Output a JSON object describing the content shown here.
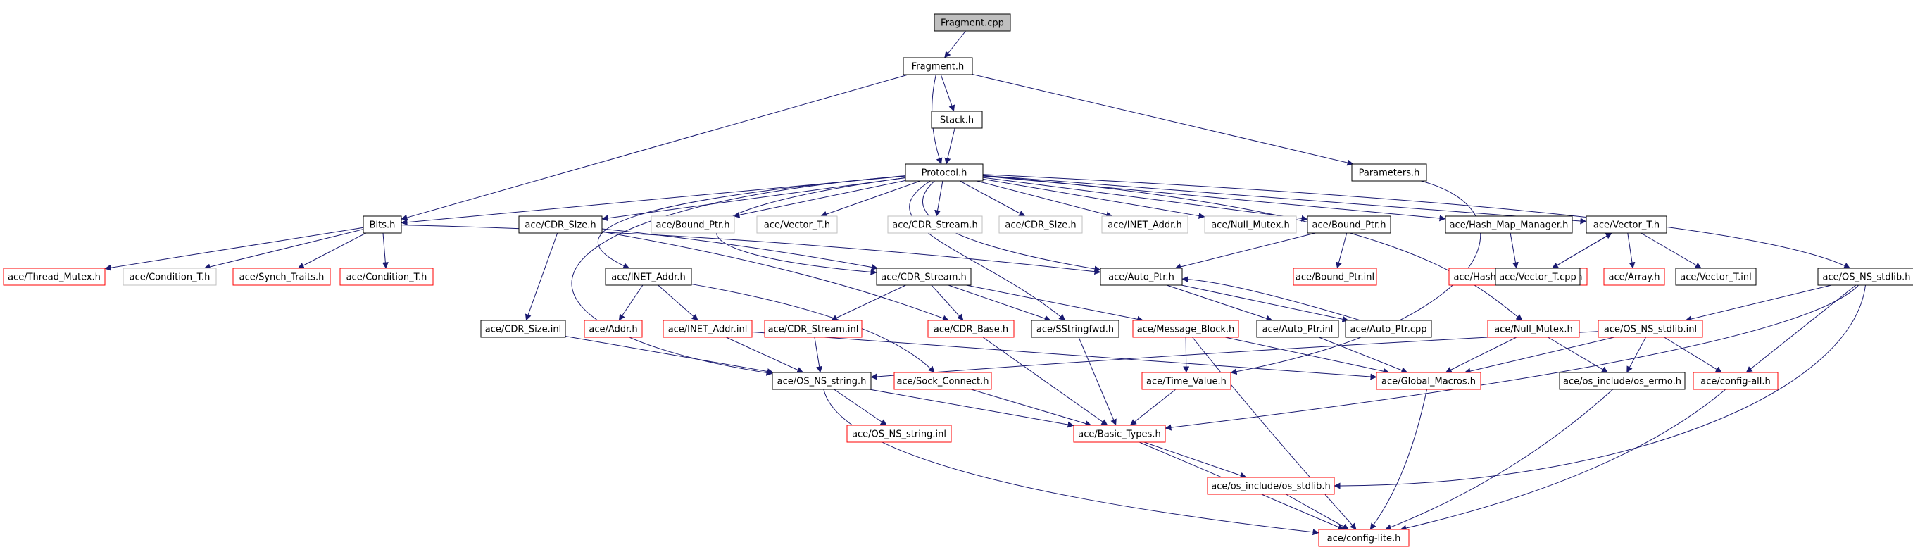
{
  "colors": {
    "edge": "#191970",
    "box_normal": "#000000",
    "box_truncated": "#ff0000",
    "box_missing": "#bfbfbf",
    "box_root_fill": "#bfbfbf",
    "text": "#000000"
  },
  "nodes": [
    {
      "id": "fragment_cpp",
      "label": "Fragment.cpp",
      "style": "root"
    },
    {
      "id": "fragment_h",
      "label": "Fragment.h",
      "style": "normal"
    },
    {
      "id": "stack_h",
      "label": "Stack.h",
      "style": "normal"
    },
    {
      "id": "protocol_h",
      "label": "Protocol.h",
      "style": "normal"
    },
    {
      "id": "parameters_h",
      "label": "Parameters.h",
      "style": "normal"
    },
    {
      "id": "bits_h",
      "label": "Bits.h",
      "style": "normal"
    },
    {
      "id": "cdr_size_h",
      "label": "ace/CDR_Size.h",
      "style": "normal"
    },
    {
      "id": "bound_ptr_h_gray",
      "label": "ace/Bound_Ptr.h",
      "style": "missing"
    },
    {
      "id": "vector_t_h_gray",
      "label": "ace/Vector_T.h",
      "style": "missing"
    },
    {
      "id": "cdr_stream_h_gray",
      "label": "ace/CDR_Stream.h",
      "style": "missing"
    },
    {
      "id": "cdr_size_h_gray",
      "label": "ace/CDR_Size.h",
      "style": "missing"
    },
    {
      "id": "inet_addr_h_gray",
      "label": "ace/INET_Addr.h",
      "style": "missing"
    },
    {
      "id": "null_mutex_h_gray",
      "label": "ace/Null_Mutex.h",
      "style": "missing"
    },
    {
      "id": "bound_ptr_h",
      "label": "ace/Bound_Ptr.h",
      "style": "normal"
    },
    {
      "id": "hash_map_manager_h",
      "label": "ace/Hash_Map_Manager.h",
      "style": "normal"
    },
    {
      "id": "vector_t_h",
      "label": "ace/Vector_T.h",
      "style": "normal"
    },
    {
      "id": "thread_mutex_h",
      "label": "ace/Thread_Mutex.h",
      "style": "truncated"
    },
    {
      "id": "condition_t_h_gray",
      "label": "ace/Condition_T.h",
      "style": "missing"
    },
    {
      "id": "synch_traits_h",
      "label": "ace/Synch_Traits.h",
      "style": "truncated"
    },
    {
      "id": "condition_t_h",
      "label": "ace/Condition_T.h",
      "style": "truncated"
    },
    {
      "id": "inet_addr_h",
      "label": "ace/INET_Addr.h",
      "style": "normal"
    },
    {
      "id": "cdr_stream_h",
      "label": "ace/CDR_Stream.h",
      "style": "normal"
    },
    {
      "id": "auto_ptr_h",
      "label": "ace/Auto_Ptr.h",
      "style": "normal"
    },
    {
      "id": "bound_ptr_inl",
      "label": "ace/Bound_Ptr.inl",
      "style": "truncated"
    },
    {
      "id": "hash_map_manager_t_h",
      "label": "ace/Hash_Map_Manager_T.h",
      "style": "truncated"
    },
    {
      "id": "vector_t_cpp",
      "label": "ace/Vector_T.cpp",
      "style": "normal"
    },
    {
      "id": "array_h",
      "label": "ace/Array.h",
      "style": "truncated"
    },
    {
      "id": "vector_t_inl",
      "label": "ace/Vector_T.inl",
      "style": "normal"
    },
    {
      "id": "os_ns_stdlib_h",
      "label": "ace/OS_NS_stdlib.h",
      "style": "normal"
    },
    {
      "id": "cdr_size_inl",
      "label": "ace/CDR_Size.inl",
      "style": "normal"
    },
    {
      "id": "addr_h",
      "label": "ace/Addr.h",
      "style": "truncated"
    },
    {
      "id": "inet_addr_inl",
      "label": "ace/INET_Addr.inl",
      "style": "truncated"
    },
    {
      "id": "cdr_stream_inl",
      "label": "ace/CDR_Stream.inl",
      "style": "truncated"
    },
    {
      "id": "cdr_base_h",
      "label": "ace/CDR_Base.h",
      "style": "truncated"
    },
    {
      "id": "sstringfwd_h",
      "label": "ace/SStringfwd.h",
      "style": "normal"
    },
    {
      "id": "message_block_h",
      "label": "ace/Message_Block.h",
      "style": "truncated"
    },
    {
      "id": "auto_ptr_inl",
      "label": "ace/Auto_Ptr.inl",
      "style": "normal"
    },
    {
      "id": "auto_ptr_cpp",
      "label": "ace/Auto_Ptr.cpp",
      "style": "normal"
    },
    {
      "id": "null_mutex_h",
      "label": "ace/Null_Mutex.h",
      "style": "truncated"
    },
    {
      "id": "os_ns_stdlib_inl",
      "label": "ace/OS_NS_stdlib.inl",
      "style": "truncated"
    },
    {
      "id": "os_ns_string_h",
      "label": "ace/OS_NS_string.h",
      "style": "normal"
    },
    {
      "id": "sock_connect_h",
      "label": "ace/Sock_Connect.h",
      "style": "truncated"
    },
    {
      "id": "time_value_h",
      "label": "ace/Time_Value.h",
      "style": "truncated"
    },
    {
      "id": "global_macros_h",
      "label": "ace/Global_Macros.h",
      "style": "truncated"
    },
    {
      "id": "os_errno_h",
      "label": "ace/os_include/os_errno.h",
      "style": "normal"
    },
    {
      "id": "config_all_h",
      "label": "ace/config-all.h",
      "style": "truncated"
    },
    {
      "id": "os_ns_string_inl",
      "label": "ace/OS_NS_string.inl",
      "style": "truncated"
    },
    {
      "id": "basic_types_h",
      "label": "ace/Basic_Types.h",
      "style": "truncated"
    },
    {
      "id": "os_stdlib_h",
      "label": "ace/os_include/os_stdlib.h",
      "style": "truncated"
    },
    {
      "id": "config_lite_h",
      "label": "ace/config-lite.h",
      "style": "truncated"
    }
  ],
  "edges": [
    [
      "fragment_cpp",
      "fragment_h"
    ],
    [
      "fragment_h",
      "stack_h"
    ],
    [
      "fragment_h",
      "protocol_h"
    ],
    [
      "fragment_h",
      "parameters_h"
    ],
    [
      "fragment_h",
      "bits_h"
    ],
    [
      "stack_h",
      "protocol_h"
    ],
    [
      "protocol_h",
      "bits_h"
    ],
    [
      "protocol_h",
      "cdr_size_h"
    ],
    [
      "protocol_h",
      "bound_ptr_h_gray"
    ],
    [
      "protocol_h",
      "vector_t_h_gray"
    ],
    [
      "protocol_h",
      "cdr_stream_h_gray"
    ],
    [
      "protocol_h",
      "cdr_size_h_gray"
    ],
    [
      "protocol_h",
      "inet_addr_h_gray"
    ],
    [
      "protocol_h",
      "null_mutex_h_gray"
    ],
    [
      "protocol_h",
      "bound_ptr_h"
    ],
    [
      "protocol_h",
      "hash_map_manager_h"
    ],
    [
      "protocol_h",
      "vector_t_h"
    ],
    [
      "protocol_h",
      "os_ns_stdlib_h"
    ],
    [
      "protocol_h",
      "inet_addr_h"
    ],
    [
      "protocol_h",
      "cdr_stream_h"
    ],
    [
      "protocol_h",
      "os_ns_string_h"
    ],
    [
      "protocol_h",
      "sstringfwd_h"
    ],
    [
      "protocol_h",
      "auto_ptr_h"
    ],
    [
      "protocol_h",
      "null_mutex_h"
    ],
    [
      "parameters_h",
      "time_value_h"
    ],
    [
      "bits_h",
      "thread_mutex_h"
    ],
    [
      "bits_h",
      "condition_t_h_gray"
    ],
    [
      "bits_h",
      "synch_traits_h"
    ],
    [
      "bits_h",
      "condition_t_h"
    ],
    [
      "bits_h",
      "auto_ptr_h"
    ],
    [
      "cdr_size_h",
      "cdr_size_inl"
    ],
    [
      "cdr_size_h",
      "cdr_stream_h"
    ],
    [
      "cdr_size_h",
      "cdr_base_h"
    ],
    [
      "bound_ptr_h",
      "auto_ptr_h"
    ],
    [
      "bound_ptr_h",
      "bound_ptr_inl"
    ],
    [
      "hash_map_manager_h",
      "hash_map_manager_t_h"
    ],
    [
      "vector_t_h",
      "vector_t_cpp"
    ],
    [
      "vector_t_h",
      "array_h"
    ],
    [
      "vector_t_h",
      "vector_t_inl"
    ],
    [
      "vector_t_cpp",
      "vector_t_h"
    ],
    [
      "inet_addr_h",
      "addr_h"
    ],
    [
      "inet_addr_h",
      "inet_addr_inl"
    ],
    [
      "inet_addr_h",
      "sock_connect_h"
    ],
    [
      "cdr_stream_h",
      "cdr_stream_inl"
    ],
    [
      "cdr_stream_h",
      "cdr_base_h"
    ],
    [
      "cdr_stream_h",
      "sstringfwd_h"
    ],
    [
      "cdr_stream_h",
      "message_block_h"
    ],
    [
      "auto_ptr_h",
      "auto_ptr_inl"
    ],
    [
      "auto_ptr_h",
      "auto_ptr_cpp"
    ],
    [
      "auto_ptr_cpp",
      "auto_ptr_h"
    ],
    [
      "os_ns_stdlib_h",
      "os_ns_stdlib_inl"
    ],
    [
      "os_ns_stdlib_h",
      "config_all_h"
    ],
    [
      "os_ns_stdlib_h",
      "basic_types_h"
    ],
    [
      "os_ns_stdlib_h",
      "os_stdlib_h"
    ],
    [
      "cdr_size_inl",
      "os_ns_string_h"
    ],
    [
      "inet_addr_inl",
      "os_ns_string_h"
    ],
    [
      "inet_addr_inl",
      "global_macros_h"
    ],
    [
      "cdr_stream_inl",
      "os_ns_string_h"
    ],
    [
      "cdr_base_h",
      "basic_types_h"
    ],
    [
      "sstringfwd_h",
      "basic_types_h"
    ],
    [
      "message_block_h",
      "time_value_h"
    ],
    [
      "message_block_h",
      "global_macros_h"
    ],
    [
      "message_block_h",
      "config_lite_h"
    ],
    [
      "auto_ptr_inl",
      "global_macros_h"
    ],
    [
      "null_mutex_h",
      "global_macros_h"
    ],
    [
      "null_mutex_h",
      "os_errno_h"
    ],
    [
      "os_ns_stdlib_inl",
      "os_ns_string_h"
    ],
    [
      "os_ns_stdlib_inl",
      "global_macros_h"
    ],
    [
      "os_ns_stdlib_inl",
      "os_errno_h"
    ],
    [
      "os_ns_stdlib_inl",
      "config_all_h"
    ],
    [
      "os_ns_string_h",
      "os_ns_string_inl"
    ],
    [
      "os_ns_string_h",
      "basic_types_h"
    ],
    [
      "os_ns_string_h",
      "config_lite_h"
    ],
    [
      "sock_connect_h",
      "basic_types_h"
    ],
    [
      "time_value_h",
      "basic_types_h"
    ],
    [
      "global_macros_h",
      "config_lite_h"
    ],
    [
      "os_errno_h",
      "config_lite_h"
    ],
    [
      "config_all_h",
      "config_lite_h"
    ],
    [
      "basic_types_h",
      "os_stdlib_h"
    ],
    [
      "basic_types_h",
      "config_lite_h"
    ],
    [
      "os_stdlib_h",
      "config_lite_h"
    ]
  ]
}
